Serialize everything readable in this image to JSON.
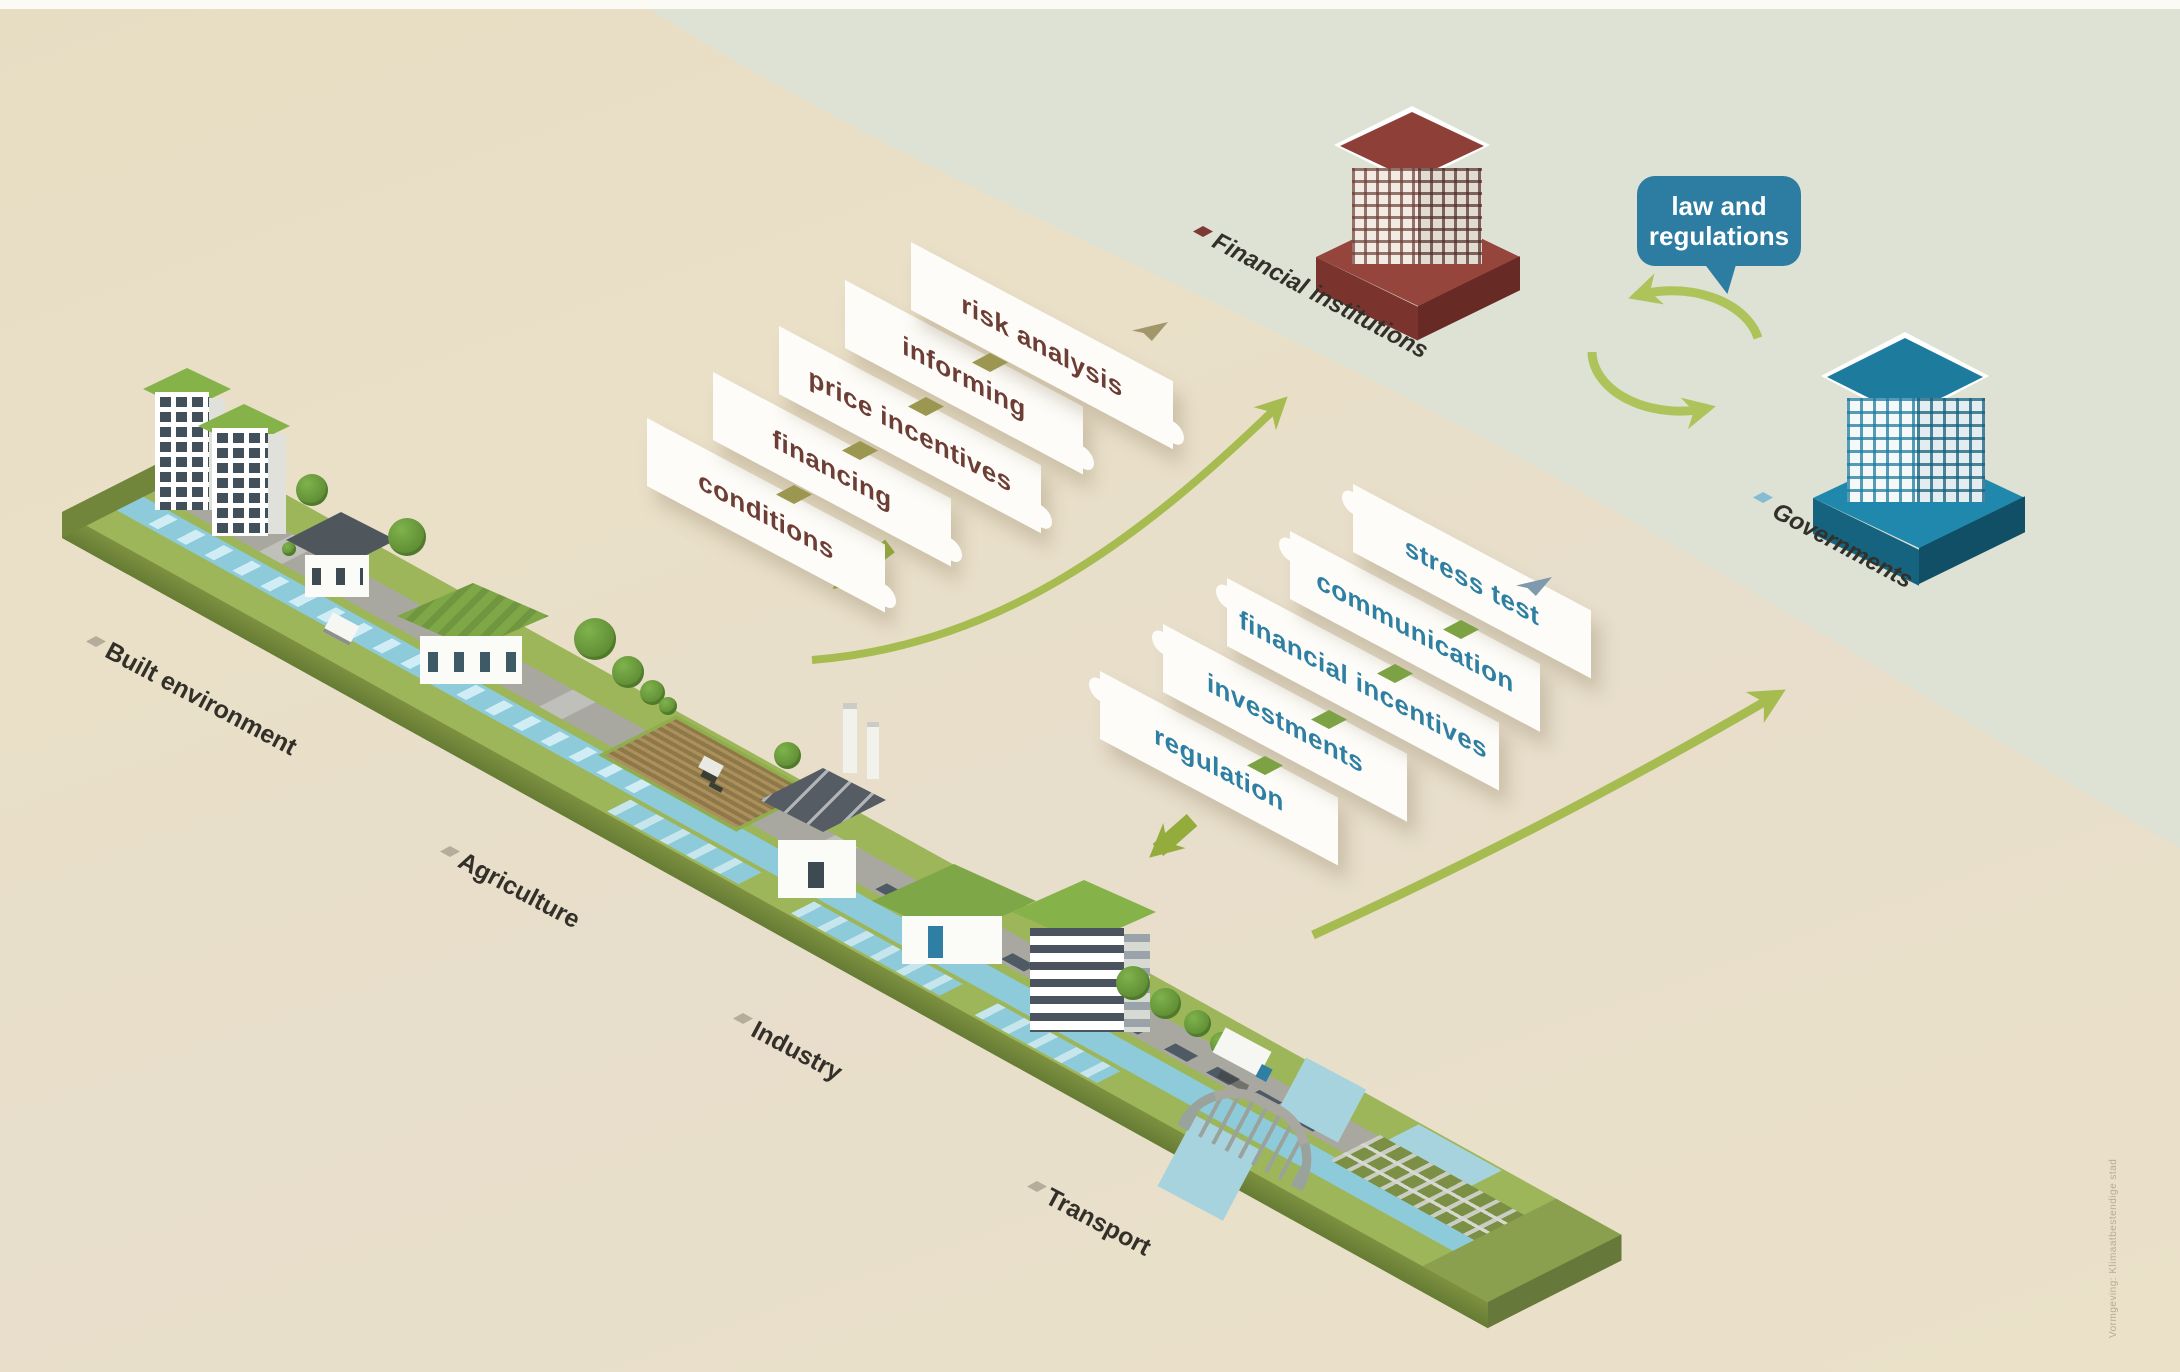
{
  "diagram": {
    "actors": {
      "financial_institutions": {
        "label": "Financial institutions",
        "bullet_color": "#7c3a33"
      },
      "governments": {
        "label": "Governments",
        "bullet_color": "#86bcd2"
      }
    },
    "bubble": {
      "line1": "law and",
      "line2": "regulations",
      "bg_color": "#2c7da1"
    },
    "financial_measures": {
      "text_color": "#6d3e35",
      "items": [
        "conditions",
        "financing",
        "price incentives",
        "informing",
        "risk analysis"
      ]
    },
    "government_measures": {
      "text_color": "#2e7fa2",
      "items": [
        "regulation",
        "investments",
        "financial incentives",
        "communication",
        "stress test"
      ]
    },
    "sectors": {
      "bullet_color": "#b5ad99",
      "items": [
        "Built environment",
        "Agriculture",
        "Industry",
        "Transport"
      ]
    },
    "credit": "Vormgeving: Klimaatbestendige stad",
    "colors": {
      "background_beige": "#e9dfc7",
      "background_sage": "#dde2d4",
      "arrow_green": "#a6bc50",
      "thick_arrow_green": "#93ac3c",
      "strip_grass": "#9db65a",
      "canal_blue": "#8ecbda",
      "road_gray": "#a8a8a1"
    }
  }
}
